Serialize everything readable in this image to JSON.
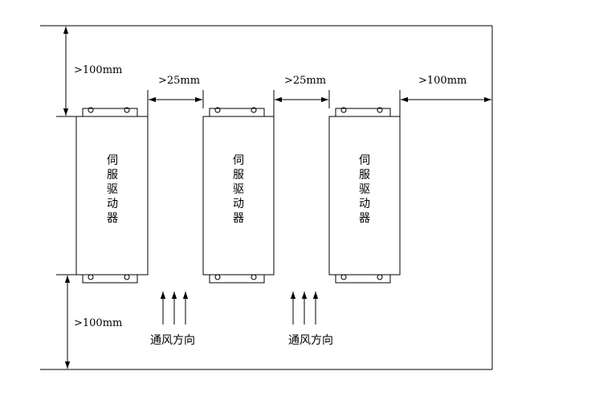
{
  "dimensions": {
    "top_clearance": ">100mm",
    "bottom_clearance": ">100mm",
    "gap_1_2": ">25mm",
    "gap_2_3": ">25mm",
    "right_clearance": ">100mm"
  },
  "drives": [
    {
      "label_chars": [
        "伺",
        "服",
        "驱",
        "动",
        "器"
      ]
    },
    {
      "label_chars": [
        "伺",
        "服",
        "驱",
        "动",
        "器"
      ]
    },
    {
      "label_chars": [
        "伺",
        "服",
        "驱",
        "动",
        "器"
      ]
    }
  ],
  "airflow": [
    {
      "label": "通风方向"
    },
    {
      "label": "通风方向"
    }
  ]
}
